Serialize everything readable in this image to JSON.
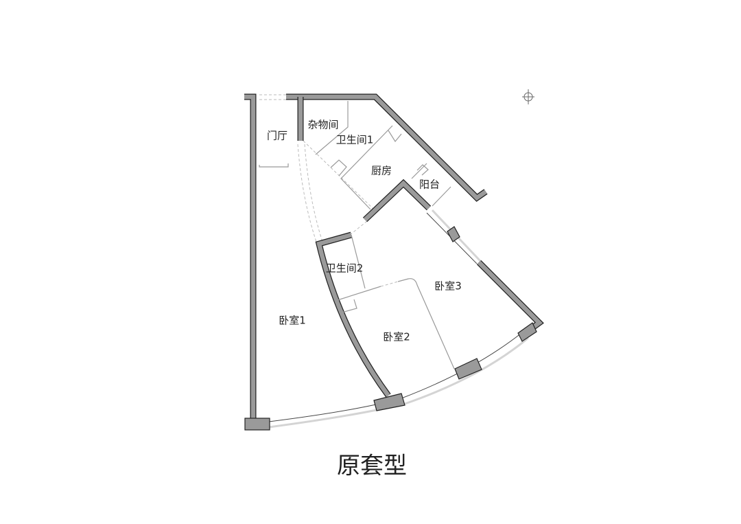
{
  "title": "原套型",
  "rooms": {
    "entry": "门厅",
    "storage": "杂物间",
    "bathroom1": "卫生间1",
    "kitchen": "厨房",
    "balcony": "阳台",
    "bathroom2": "卫生间2",
    "bedroom1": "卧室1",
    "bedroom2": "卧室2",
    "bedroom3": "卧室3"
  },
  "icons": {
    "north": "north-arrow-icon"
  },
  "colors": {
    "wall_fill": "#9a9a9a",
    "wall_outline": "#222222",
    "window": "#d4d4d4"
  }
}
